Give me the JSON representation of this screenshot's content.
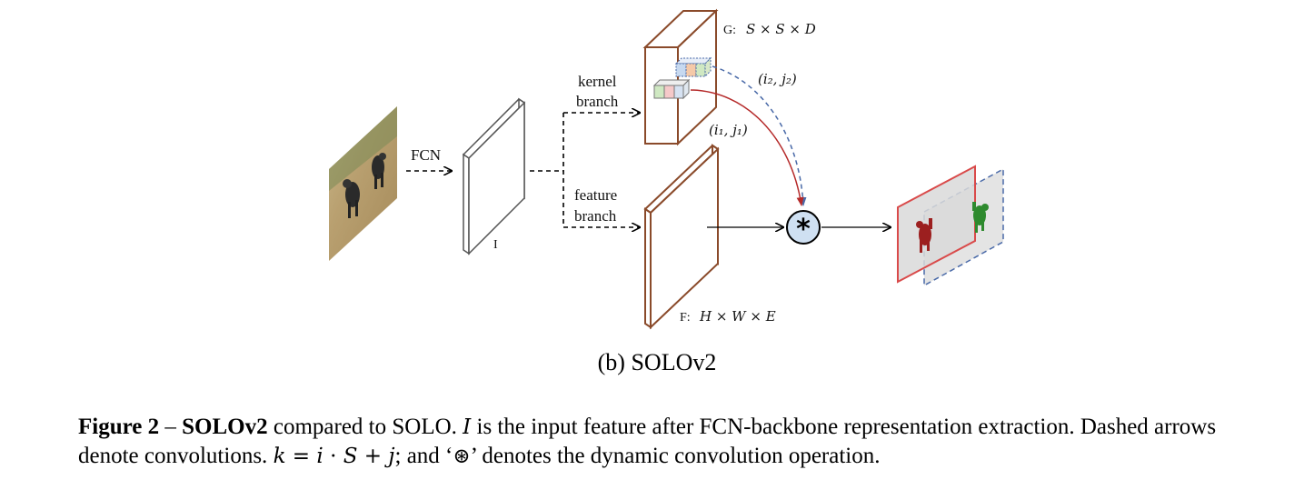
{
  "labels": {
    "fcn": "FCN",
    "input_feature": "I",
    "kernel_branch_line1": "kernel",
    "kernel_branch_line2": "branch",
    "feature_branch_line1": "feature",
    "feature_branch_line2": "branch",
    "g_prefix": "G:",
    "g_dims": "S × S × D",
    "f_prefix": "F:",
    "f_dims": "H × W × E",
    "loc_2": "(i₂, j₂)",
    "loc_1": "(i₁, j₁)",
    "conv_symbol": "*"
  },
  "subcaption": "(b) SOLOv2",
  "caption": {
    "figure_label": "Figure 2",
    "dash": " – ",
    "model_name": "SOLOv2",
    "text1": " compared to SOLO. ",
    "I": "I",
    "text2": " is the input feature after FCN-backbone representation extraction. Dashed arrows denote convolutions. ",
    "k": "k",
    "eq1": " = ",
    "i": "i",
    "dot": " · ",
    "S": "S",
    "plus": " + ",
    "j": "j",
    "text3": "; and ‘",
    "circled_ast": "⊛",
    "text4": "’ denotes the dynamic convolution operation."
  },
  "colors": {
    "tensor_brown": "#8a4a2a",
    "kernel_red": "#b52a2a",
    "kernel_blue": "#4a6aa8",
    "mask_red": "#d94a4a",
    "mask_blue": "#4a6aa8",
    "conv_fill": "#cfe0f2"
  }
}
